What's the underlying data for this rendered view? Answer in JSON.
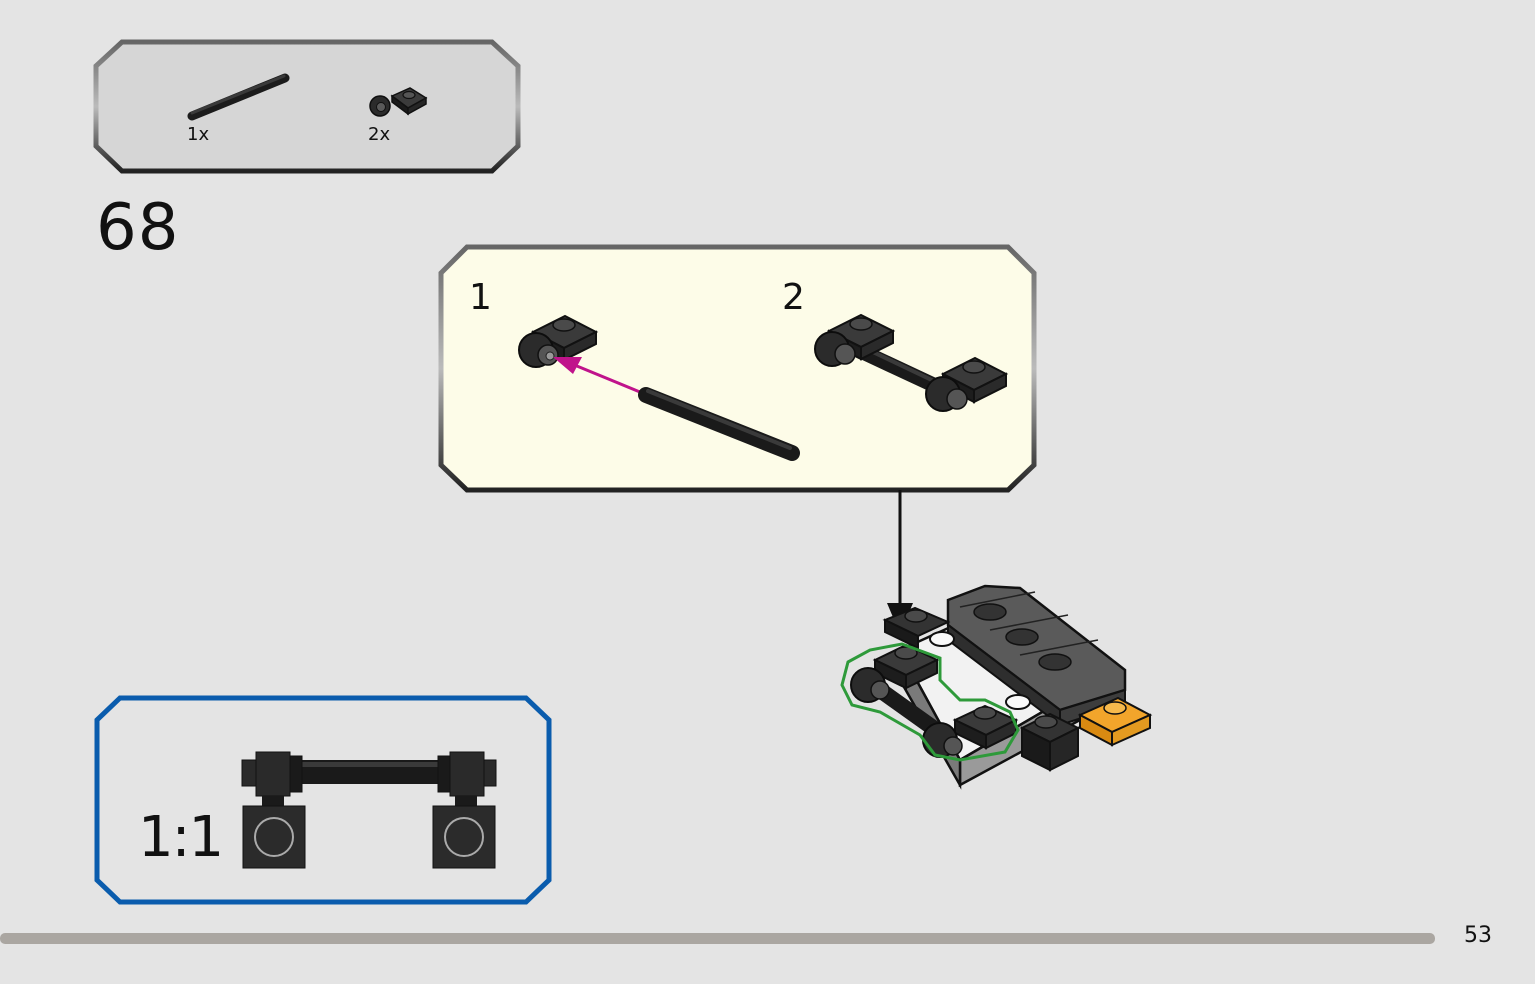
{
  "parts_list": {
    "items": [
      {
        "name": "bar",
        "quantity": "1x"
      },
      {
        "name": "plate-with-clip",
        "quantity": "2x"
      }
    ]
  },
  "step": {
    "number": "68"
  },
  "sub_steps": [
    {
      "number": "1"
    },
    {
      "number": "2"
    }
  ],
  "scale_box": {
    "label": "1:1"
  },
  "page": {
    "number": "53"
  },
  "colors": {
    "background": "#e4e4e4",
    "parts_panel": "#d6d6d6",
    "callout_panel": "#fdfce8",
    "scale_border": "#0a5cad",
    "arrow_magenta": "#c0138b",
    "highlight_green": "#2e9a3a",
    "orange_plate": "#f2a52b",
    "page_bar": "#aaa6a1"
  }
}
